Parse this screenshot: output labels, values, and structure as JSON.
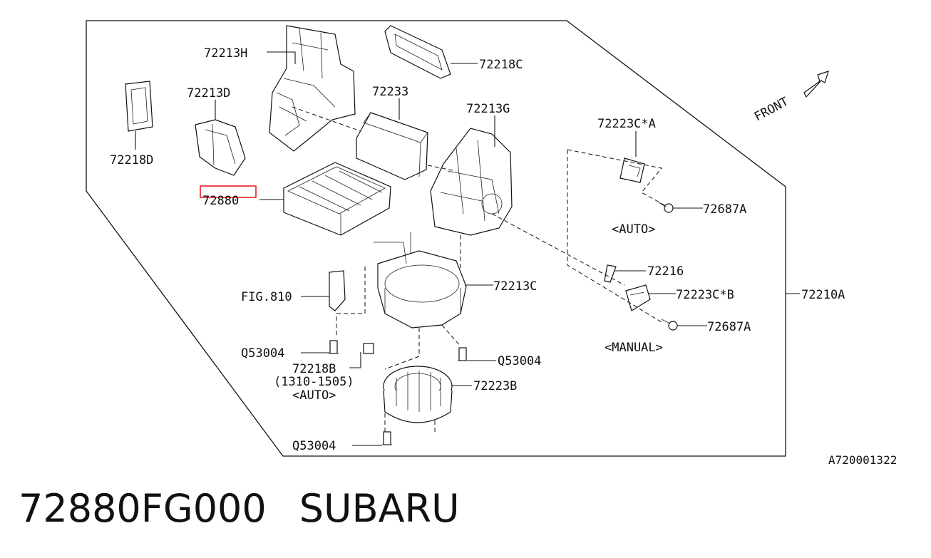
{
  "diagram": {
    "part_labels": {
      "p_72213H": "72213H",
      "p_72218C": "72218C",
      "p_72213D": "72213D",
      "p_72233": "72233",
      "p_72213G": "72213G",
      "p_72218D": "72218D",
      "p_72223CA": "72223C*A",
      "p_72880": "72880",
      "p_72687A_top": "72687A",
      "p_auto_top": "<AUTO>",
      "p_72216": "72216",
      "p_FIG810": "FIG.810",
      "p_72213C": "72213C",
      "p_72223CB": "72223C*B",
      "p_72210A": "72210A",
      "p_72687A_bottom": "72687A",
      "p_manual": "<MANUAL>",
      "p_Q53004_left": "Q53004",
      "p_Q53004_right": "Q53004",
      "p_72218B": "72218B",
      "p_date_range": "(1310-1505)",
      "p_auto_bottom": "<AUTO>",
      "p_72223B": "72223B",
      "p_Q53004_bottom": "Q53004"
    },
    "front_label": "FRONT",
    "drawing_code": "A720001322",
    "highlight_color": "#e8202a",
    "line_color": "#111111"
  },
  "caption": {
    "part_number": "72880FG000",
    "brand": "SUBARU"
  }
}
